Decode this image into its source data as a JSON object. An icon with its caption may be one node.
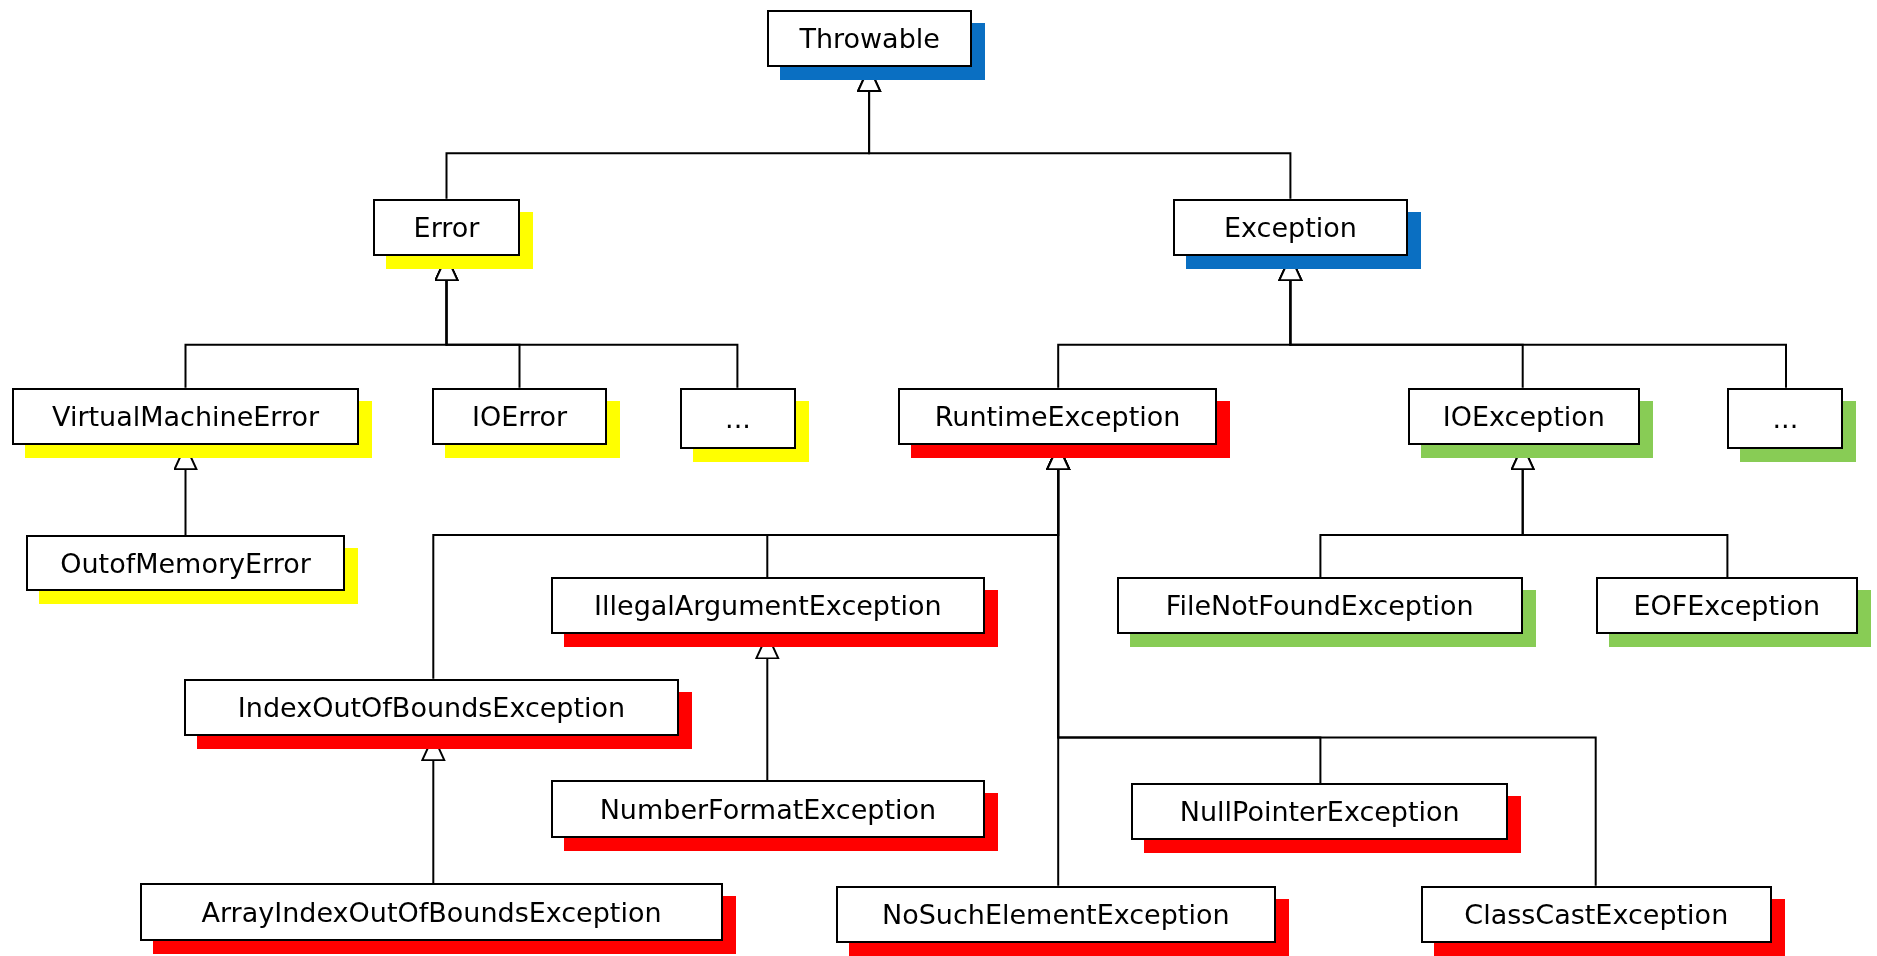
{
  "diagram": {
    "nodes": [
      {
        "text": [
          "Throwable"
        ]
      },
      {
        "text": [
          "Error"
        ]
      },
      {
        "text": [
          "Exception"
        ]
      },
      {
        "text": [
          "VirtualMachineError"
        ]
      },
      {
        "text": [
          "IOError"
        ]
      },
      {
        "text": [
          "..."
        ]
      },
      {
        "text": [
          "RuntimeException"
        ]
      },
      {
        "text": [
          "IOException"
        ]
      },
      {
        "text": [
          "..."
        ]
      },
      {
        "text": [
          "OutofMemoryError"
        ]
      },
      {
        "text": [
          "IllegalArgumentException"
        ]
      },
      {
        "text": [
          "FileNotFoundException"
        ]
      },
      {
        "text": [
          "EOFException"
        ]
      },
      {
        "text": [
          "IndexOutOfBoundsException"
        ]
      },
      {
        "text": [
          "NumberFormatException"
        ]
      },
      {
        "text": [
          "NullPointerException"
        ]
      },
      {
        "text": [
          "ArrayIndexOutOfBoundsException"
        ]
      },
      {
        "text": [
          "NoSuchElementException"
        ]
      },
      {
        "text": [
          "ClassCastException"
        ]
      }
    ],
    "edges": [
      {
        "from": 1,
        "to": 0,
        "arrow": "to"
      },
      {
        "from": 2,
        "to": 0,
        "arrow": "to"
      },
      {
        "from": 3,
        "to": 1,
        "arrow": "to"
      },
      {
        "from": 4,
        "to": 1,
        "arrow": "to"
      },
      {
        "from": 5,
        "to": 1,
        "arrow": "to"
      },
      {
        "from": 6,
        "to": 2,
        "arrow": "to"
      },
      {
        "from": 7,
        "to": 2,
        "arrow": "to"
      },
      {
        "from": 8,
        "to": 2,
        "arrow": "to"
      },
      {
        "from": 9,
        "to": 3,
        "arrow": "to"
      },
      {
        "from": 13,
        "to": 6,
        "arrow": "to"
      },
      {
        "from": 10,
        "to": 6,
        "arrow": "to"
      },
      {
        "from": 17,
        "to": 6,
        "arrow": "to"
      },
      {
        "from": 15,
        "to": 6,
        "arrow": "to"
      },
      {
        "from": 18,
        "to": 6,
        "arrow": "to"
      },
      {
        "from": 11,
        "to": 7,
        "arrow": "to"
      },
      {
        "from": 12,
        "to": 7,
        "arrow": "to"
      },
      {
        "from": 14,
        "to": 10,
        "arrow": "to"
      },
      {
        "from": 16,
        "to": 13,
        "arrow": "to"
      }
    ]
  }
}
